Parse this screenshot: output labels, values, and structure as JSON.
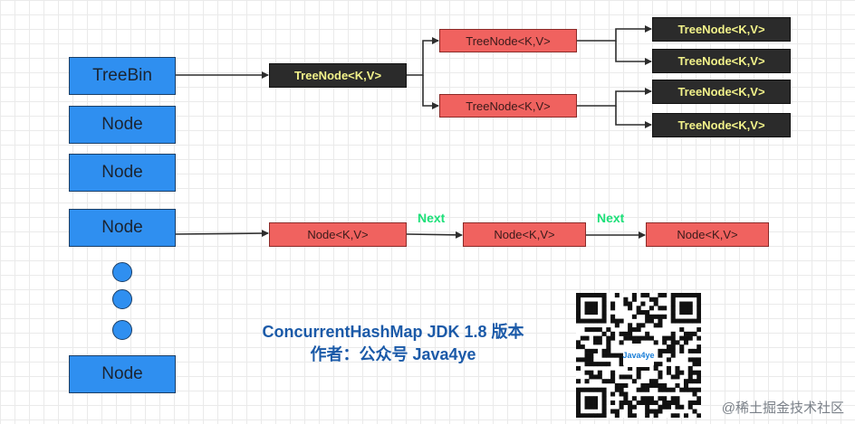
{
  "buckets": {
    "treebin": "TreeBin",
    "node1": "Node",
    "node2": "Node",
    "node3": "Node",
    "node4": "Node"
  },
  "tree": {
    "root": "TreeNode<K,V>",
    "mid_top": "TreeNode<K,V>",
    "mid_bottom": "TreeNode<K,V>",
    "leaf1": "TreeNode<K,V>",
    "leaf2": "TreeNode<K,V>",
    "leaf3": "TreeNode<K,V>",
    "leaf4": "TreeNode<K,V>"
  },
  "list": {
    "node1": "Node<K,V>",
    "node2": "Node<K,V>",
    "node3": "Node<K,V>",
    "next1": "Next",
    "next2": "Next"
  },
  "caption": {
    "line1": "ConcurrentHashMap  JDK 1.8 版本",
    "line2": "作者：公众号 Java4ye"
  },
  "qr_label": "Java4ye",
  "watermark": "@稀土掘金技术社区",
  "colors": {
    "bucket": "#2f8ff0",
    "tree_black": "#2b2b2b",
    "tree_black_text": "#f2f28a",
    "red_node": "#f0625f",
    "next_label": "#1de079",
    "caption": "#1b5aa8"
  }
}
